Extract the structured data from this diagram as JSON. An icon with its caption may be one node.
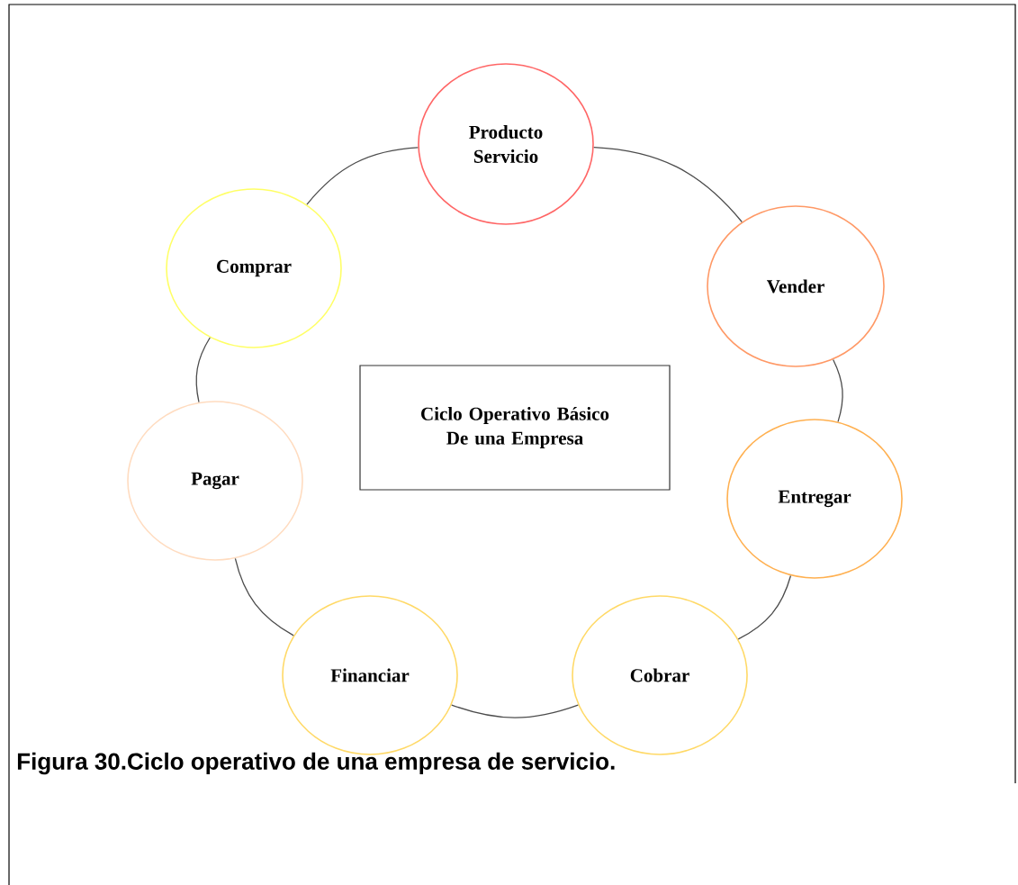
{
  "diagram": {
    "caption": "Figura 30.Ciclo operativo de una empresa de servicio.",
    "nodes": [
      {
        "text": [
          "Producto Servicio"
        ]
      },
      {
        "text": [
          "Vender"
        ]
      },
      {
        "text": [
          "Entregar"
        ]
      },
      {
        "text": [
          "Cobrar"
        ]
      },
      {
        "text": [
          "Financiar"
        ]
      },
      {
        "text": [
          "Pagar"
        ]
      },
      {
        "text": [
          "Comprar"
        ]
      },
      {
        "text": [
          "Ciclo Operativo Básico De una Empresa"
        ]
      }
    ],
    "edges": [
      {
        "from": 0,
        "to": 1,
        "arrow": "none"
      },
      {
        "from": 1,
        "to": 2,
        "arrow": "none"
      },
      {
        "from": 2,
        "to": 3,
        "arrow": "none"
      },
      {
        "from": 3,
        "to": 4,
        "arrow": "none"
      },
      {
        "from": 4,
        "to": 5,
        "arrow": "none"
      },
      {
        "from": 5,
        "to": 6,
        "arrow": "none"
      },
      {
        "from": 6,
        "to": 0,
        "arrow": "none"
      }
    ]
  }
}
